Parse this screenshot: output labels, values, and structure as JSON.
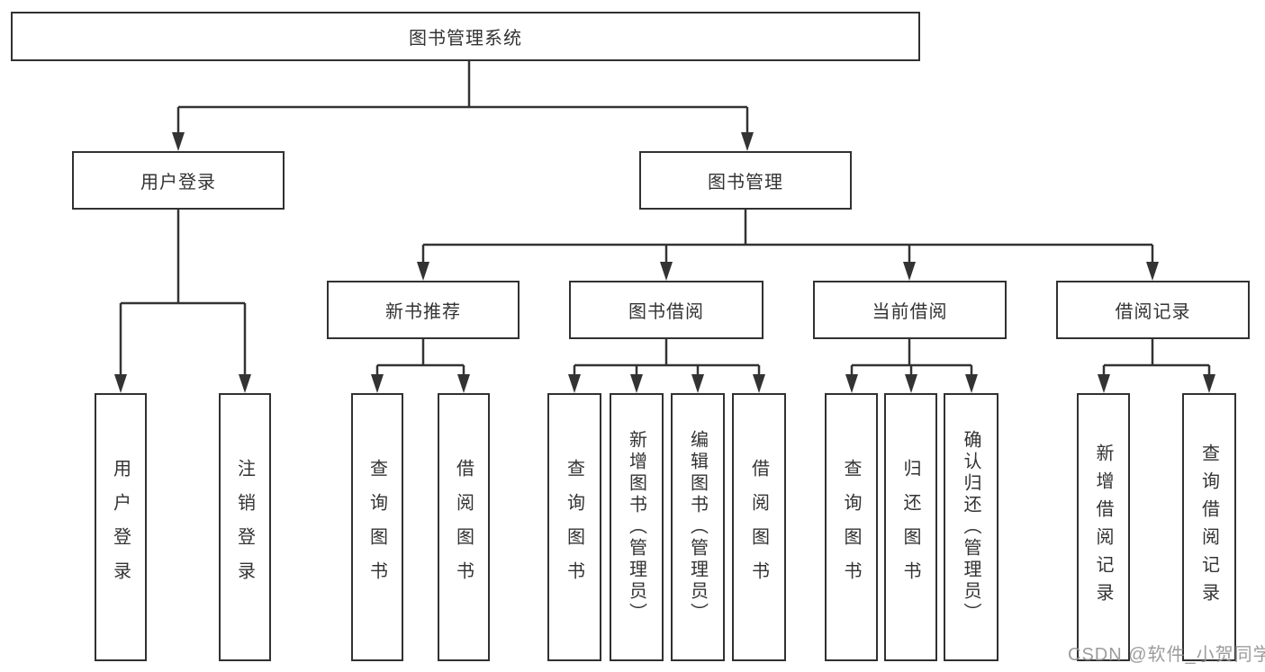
{
  "diagram": {
    "root": {
      "label": "图书管理系统"
    },
    "level2": [
      {
        "label": "用户登录"
      },
      {
        "label": "图书管理"
      }
    ],
    "level3": [
      {
        "label": "新书推荐",
        "parent": "图书管理"
      },
      {
        "label": "图书借阅",
        "parent": "图书管理"
      },
      {
        "label": "当前借阅",
        "parent": "图书管理"
      },
      {
        "label": "借阅记录",
        "parent": "图书管理"
      }
    ],
    "leaves": [
      {
        "label": "用户登录",
        "parent": "用户登录"
      },
      {
        "label": "注销登录",
        "parent": "用户登录"
      },
      {
        "label": "查询图书",
        "parent": "新书推荐"
      },
      {
        "label": "借阅图书",
        "parent": "新书推荐"
      },
      {
        "label": "查询图书",
        "parent": "图书借阅"
      },
      {
        "label": "新增图书（管理员）",
        "parent": "图书借阅"
      },
      {
        "label": "编辑图书（管理员）",
        "parent": "图书借阅"
      },
      {
        "label": "借阅图书",
        "parent": "图书借阅"
      },
      {
        "label": "查询图书",
        "parent": "当前借阅"
      },
      {
        "label": "归还图书",
        "parent": "当前借阅"
      },
      {
        "label": "确认归还（管理员）",
        "parent": "当前借阅"
      },
      {
        "label": "新增借阅记录",
        "parent": "借阅记录"
      },
      {
        "label": "查询借阅记录",
        "parent": "借阅记录"
      }
    ]
  },
  "watermark": {
    "text": "CSDN @软件_小贺同学"
  },
  "colors": {
    "line": "#333333",
    "box_border": "#313131",
    "box_fill": "#ffffff",
    "text": "#333333",
    "watermark": "#949494"
  }
}
